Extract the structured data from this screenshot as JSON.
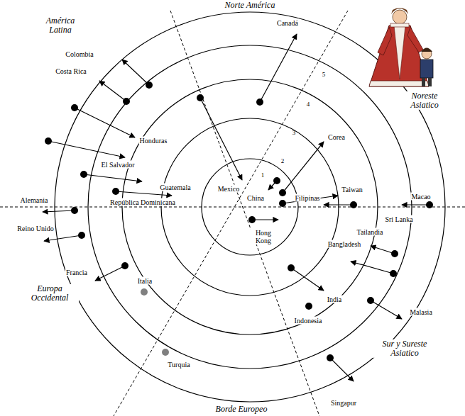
{
  "diagram": {
    "labels": [
      "Norte América",
      "Canadá",
      "América Latina",
      "Colombia",
      "Costa Rica",
      "5",
      "Noreste Asiatico",
      "4",
      "3",
      "Honduras",
      "Corea",
      "2",
      "El Salvador",
      "Guatemala",
      "1",
      "Mexico",
      "Taiwan",
      "China",
      "República Dominicana",
      "Alemania",
      "Macao",
      "Filipinas",
      "Sri Lanka",
      "Reino Unido",
      "Tailandia",
      "Hong Kong",
      "Bangladesh",
      "Francia",
      "Italia",
      "Europa Occidental",
      "India",
      "Malasia",
      "Indonesia",
      "Sur y Sureste Asiatico",
      "Turquia",
      "Singapur",
      "Borde Europeo"
    ]
  }
}
